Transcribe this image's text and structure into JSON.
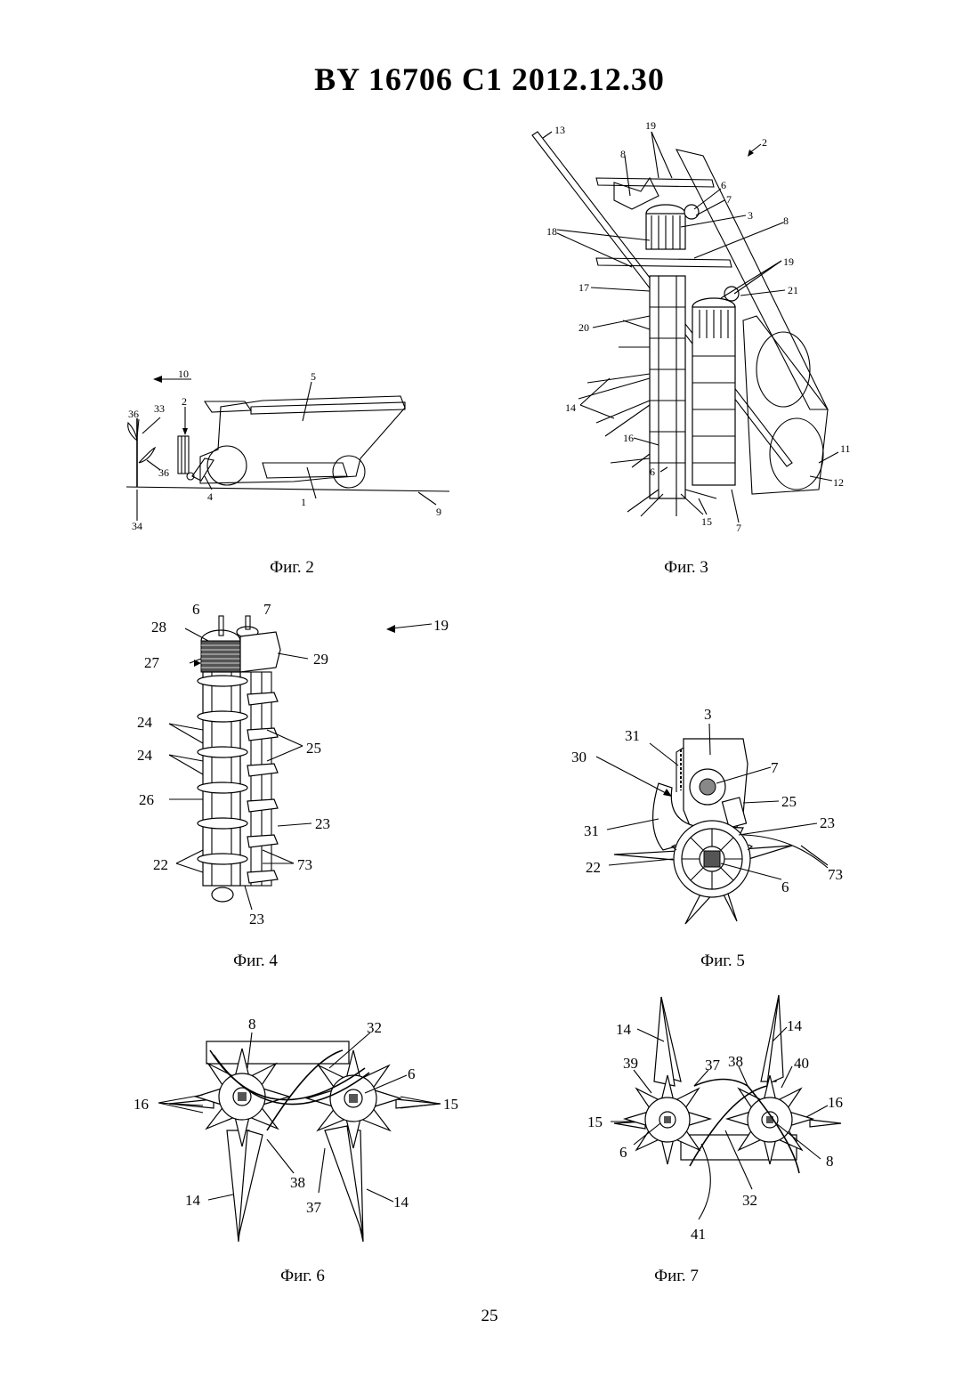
{
  "document": {
    "header": "BY  16706  C1  2012.12.30",
    "page_number": "25"
  },
  "figures": {
    "fig2": {
      "caption": "Фиг. 2",
      "labels": [
        "10",
        "36",
        "33",
        "2",
        "5",
        "36",
        "4",
        "1",
        "34",
        "9"
      ]
    },
    "fig3": {
      "caption": "Фиг. 3",
      "labels": [
        "13",
        "19",
        "2",
        "8",
        "6",
        "7",
        "3",
        "8",
        "18",
        "19",
        "17",
        "21",
        "20",
        "14",
        "16",
        "6",
        "11",
        "12",
        "15",
        "7"
      ]
    },
    "fig4": {
      "caption": "Фиг. 4",
      "labels": [
        "6",
        "7",
        "19",
        "28",
        "27",
        "29",
        "24",
        "25",
        "24",
        "26",
        "23",
        "22",
        "73",
        "23"
      ]
    },
    "fig5": {
      "caption": "Фиг. 5",
      "labels": [
        "3",
        "31",
        "30",
        "7",
        "25",
        "31",
        "23",
        "22",
        "73",
        "6"
      ]
    },
    "fig6": {
      "caption": "Фиг. 6",
      "labels": [
        "8",
        "32",
        "6",
        "16",
        "15",
        "38",
        "37",
        "14",
        "14"
      ]
    },
    "fig7": {
      "caption": "Фиг. 7",
      "labels": [
        "14",
        "14",
        "39",
        "37",
        "38",
        "40",
        "15",
        "16",
        "6",
        "8",
        "32",
        "41"
      ]
    }
  }
}
